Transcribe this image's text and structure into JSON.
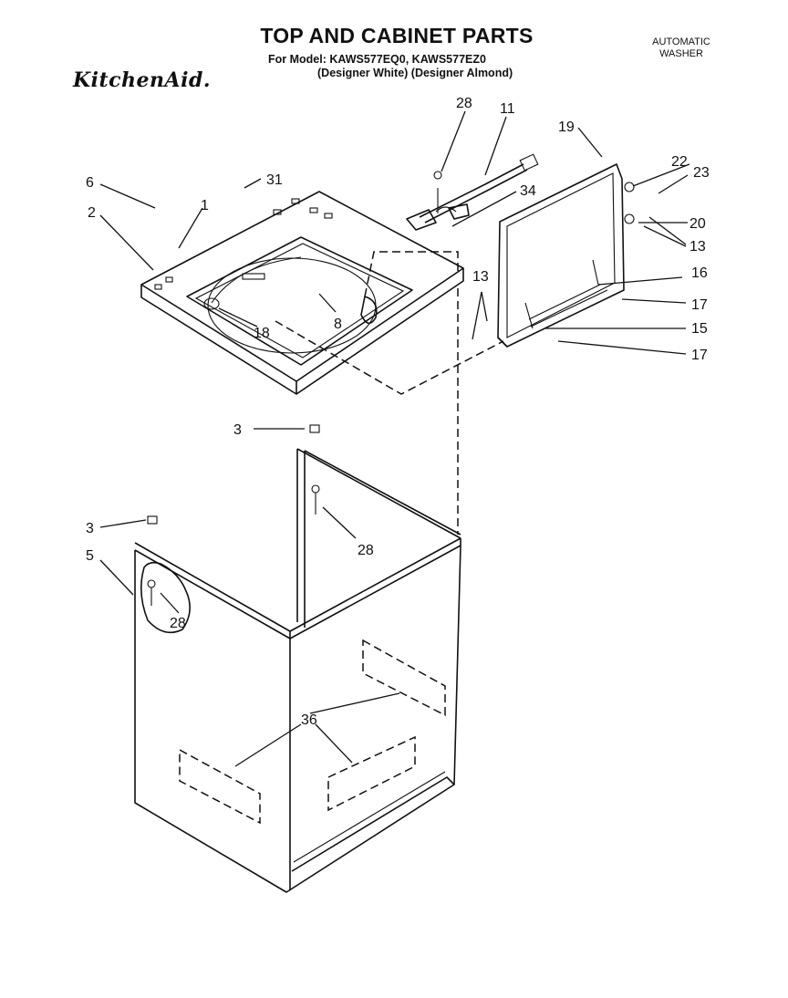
{
  "header": {
    "title": "TOP AND CABINET PARTS",
    "model_line": "For Model: KAWS577EQ0, KAWS577EZ0",
    "colors_line": "(Designer White) (Designer Almond)",
    "product_line1": "AUTOMATIC",
    "product_line2": "WASHER",
    "brand": "KitchenAid."
  },
  "callouts": {
    "c28_top": "28",
    "c11": "11",
    "c19": "19",
    "c6": "6",
    "c31": "31",
    "c1": "1",
    "c2": "2",
    "c34": "34",
    "c22": "22",
    "c23": "23",
    "c20": "20",
    "c13_right": "13",
    "c16": "16",
    "c13_left": "13",
    "c17_upper": "17",
    "c15": "15",
    "c17_lower": "17",
    "c8": "8",
    "c18": "18",
    "c3_mid": "3",
    "c28_mid": "28",
    "c3_left": "3",
    "c5": "5",
    "c28_left": "28",
    "c36": "36"
  }
}
